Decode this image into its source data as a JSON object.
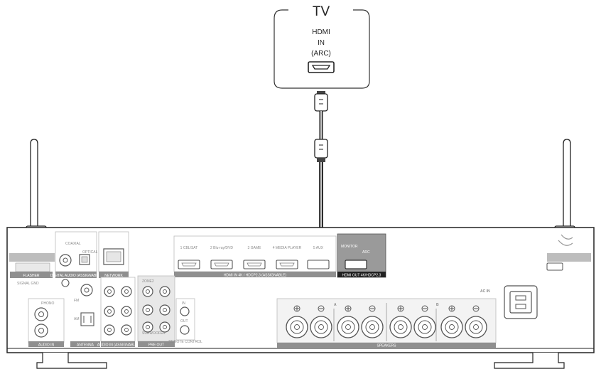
{
  "tv": {
    "title": "TV",
    "port_line1": "HDMI",
    "port_line2": "IN",
    "port_line3": "(ARC)"
  },
  "receiver": {
    "monitor_label": "MONITOR",
    "arc_label": "ARC",
    "hdmi_out_label": "HDMI OUT 4K/HDCP2.3",
    "hdmi_in_label": "HDMI IN  4K / HDCP2.3 (ASSIGNABLE)",
    "hdmi_inputs": [
      "1 CBL/SAT",
      "2 Blu-ray/DVD",
      "3 GAME",
      "4 MEDIA PLAYER",
      "5 AUX"
    ],
    "ac_in_label": "AC IN",
    "flasher_label": "FLASHER",
    "network_label": "NETWORK",
    "digital_audio_label": "DIGITAL AUDIO (ASSIGNABLE)",
    "coaxial_label": "COAXIAL",
    "optical_label": "OPTICAL",
    "phono_label": "PHONO",
    "signal_gnd_label": "SIGNAL GND",
    "audio_in_label": "AUDIO IN",
    "antenna_label": "ANTENNA",
    "fm_label": "FM",
    "am_label": "AM",
    "audio_in_assignable_label": "AUDIO IN (ASSIGNABLE)",
    "pre_out_label": "PRE OUT",
    "zone2_label": "ZONE2",
    "subwoofer_label": "SUBWOOFER",
    "remote_control_label": "REMOTE CONTROL",
    "in_label": "IN",
    "out_label": "OUT",
    "speakers_label": "SPEAKERS",
    "speaker_group_a": "A",
    "speaker_group_b": "B"
  }
}
